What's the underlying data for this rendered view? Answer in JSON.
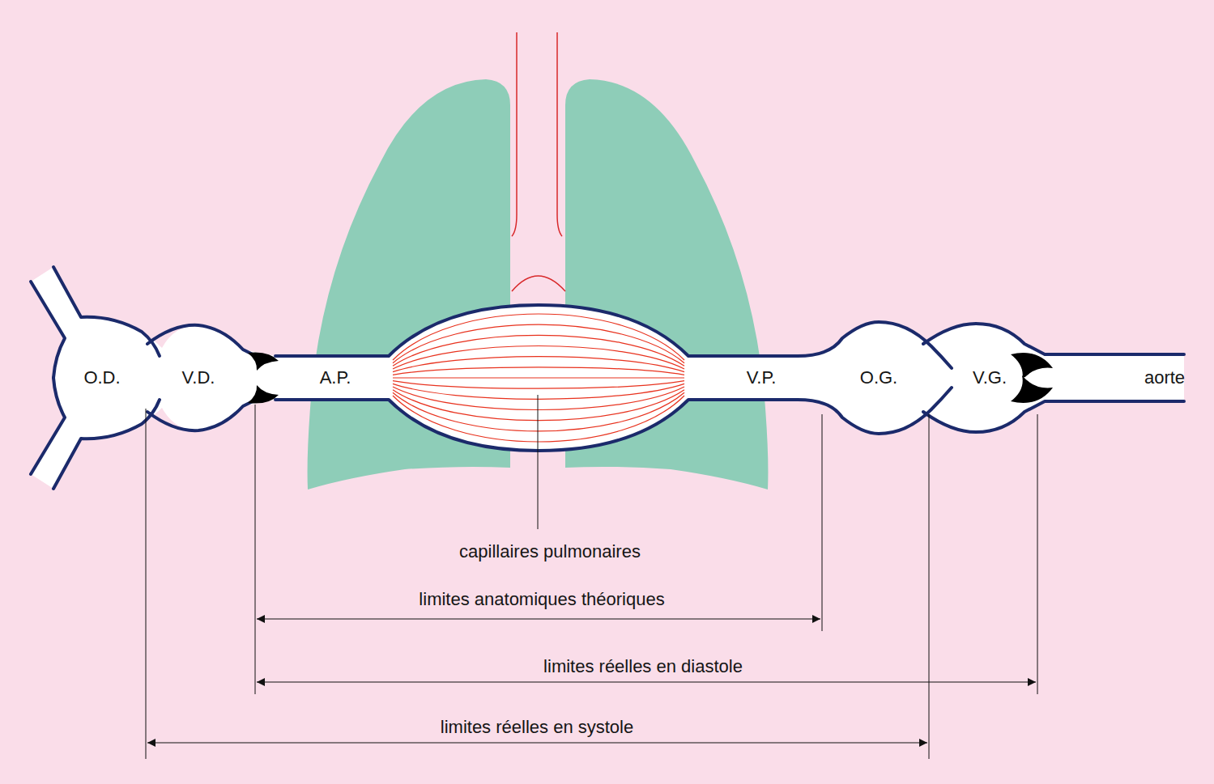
{
  "diagram": {
    "labels": [
      "O.D.",
      "V.D.",
      "A.P.",
      "V.P.",
      "O.G.",
      "V.G.",
      "aorte",
      "capillaires pulmonaires",
      "limites anatomiques théoriques",
      "limites réelles en diastole",
      "limites réelles en systole"
    ]
  }
}
